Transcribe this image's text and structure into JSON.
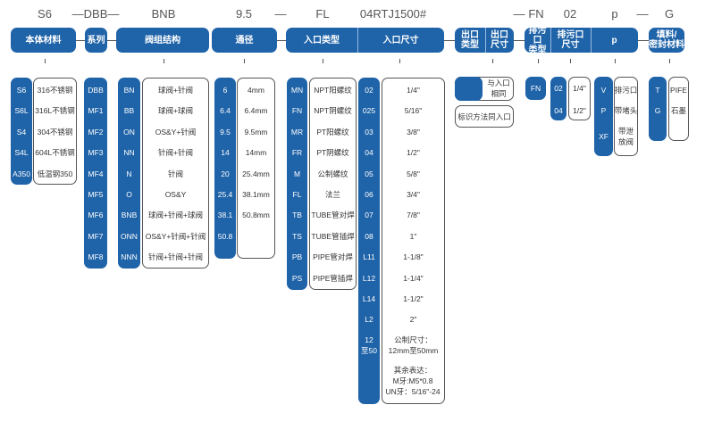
{
  "header": {
    "labels": [
      "S6",
      "—DBB—",
      "BNB",
      "9.5",
      "—",
      "FL",
      "04RTJ1500#",
      "—",
      "FN",
      "02",
      "p",
      "—",
      "G"
    ],
    "boxes": {
      "material": "本体材料",
      "series": "系列",
      "structure": "阀组结构",
      "bore": "通径",
      "inlet_type": "入口类型",
      "inlet_size": "入口尺寸",
      "outlet_type": "出口\n类型",
      "outlet_size": "出口\n尺寸",
      "drain_type": "排污口\n类型",
      "drain_size": "排污口\n尺寸",
      "p": "p",
      "packing": "填料/\n密封材料"
    }
  },
  "columns": {
    "material": {
      "codes": [
        "S6",
        "S6L",
        "S4",
        "S4L",
        "A350"
      ],
      "desc": [
        "316不锈钢",
        "316L不锈钢",
        "304不锈钢",
        "604L不锈钢",
        "低温钢350"
      ]
    },
    "series": {
      "codes": [
        "DBB",
        "MF1",
        "MF2",
        "MF3",
        "MF4",
        "MF5",
        "MF6",
        "MF7",
        "MF8"
      ]
    },
    "structure": {
      "codes": [
        "BN",
        "BB",
        "ON",
        "NN",
        "N",
        "O",
        "BNB",
        "ONN",
        "NNN"
      ],
      "desc": [
        "球阀+针阀",
        "球阀+球阀",
        "OS&Y+针阀",
        "针阀+针阀",
        "针阀",
        "OS&Y",
        "球阀+针阀+球阀",
        "OS&Y+针阀+针阀",
        "针阀+针阀+针阀"
      ]
    },
    "bore": {
      "codes": [
        "6",
        "6.4",
        "9.5",
        "14",
        "20",
        "25.4",
        "38.1",
        "50.8"
      ],
      "desc": [
        "4mm",
        "6.4mm",
        "9.5mm",
        "14mm",
        "25.4mm",
        "38.1mm",
        "50.8mm"
      ]
    },
    "inlet_type": {
      "codes": [
        "MN",
        "FN",
        "MR",
        "FR",
        "M",
        "FL",
        "TB",
        "TS",
        "PB",
        "PS"
      ],
      "desc": [
        "NPT阳螺纹",
        "NPT阴螺纹",
        "PT阳螺纹",
        "PT阴螺纹",
        "公制螺纹",
        "法兰",
        "TUBE管对焊",
        "TUBE管插焊",
        "PIPE管对焊",
        "PIPE管插焊"
      ]
    },
    "inlet_size": {
      "codes": [
        "02",
        "025",
        "03",
        "04",
        "05",
        "06",
        "07",
        "08",
        "L11",
        "L12",
        "L14",
        "L2",
        "12\n至50"
      ],
      "desc": [
        "1/4\"",
        "5/16\"",
        "3/8\"",
        "1/2\"",
        "5/8\"",
        "3/4\"",
        "7/8\"",
        "1\"",
        "1-1/8\"",
        "1-1/4\"",
        "1-1/2\"",
        "2\"",
        "公制尺寸：\n12mm至50mm"
      ],
      "note": "其余表达：\nM牙:M5*0.8\nUN牙：5/16\"-24"
    },
    "outlet": {
      "same_as_inlet": "与入口\n相同",
      "marking": "标识方法同入口"
    },
    "drain_type": {
      "codes": [
        "FN"
      ]
    },
    "drain_size": {
      "codes": [
        "02",
        "04"
      ],
      "desc": [
        "1/4\"",
        "1/2\""
      ]
    },
    "p": {
      "codes": [
        "V",
        "P",
        "XF"
      ],
      "desc": [
        "排污口",
        "带堵头",
        "带泄\n放阀"
      ]
    },
    "packing": {
      "codes": [
        "T",
        "G"
      ],
      "desc": [
        "PIFE",
        "石墨"
      ]
    }
  },
  "colors": {
    "blue": "#1f63a8",
    "border": "#555555"
  }
}
